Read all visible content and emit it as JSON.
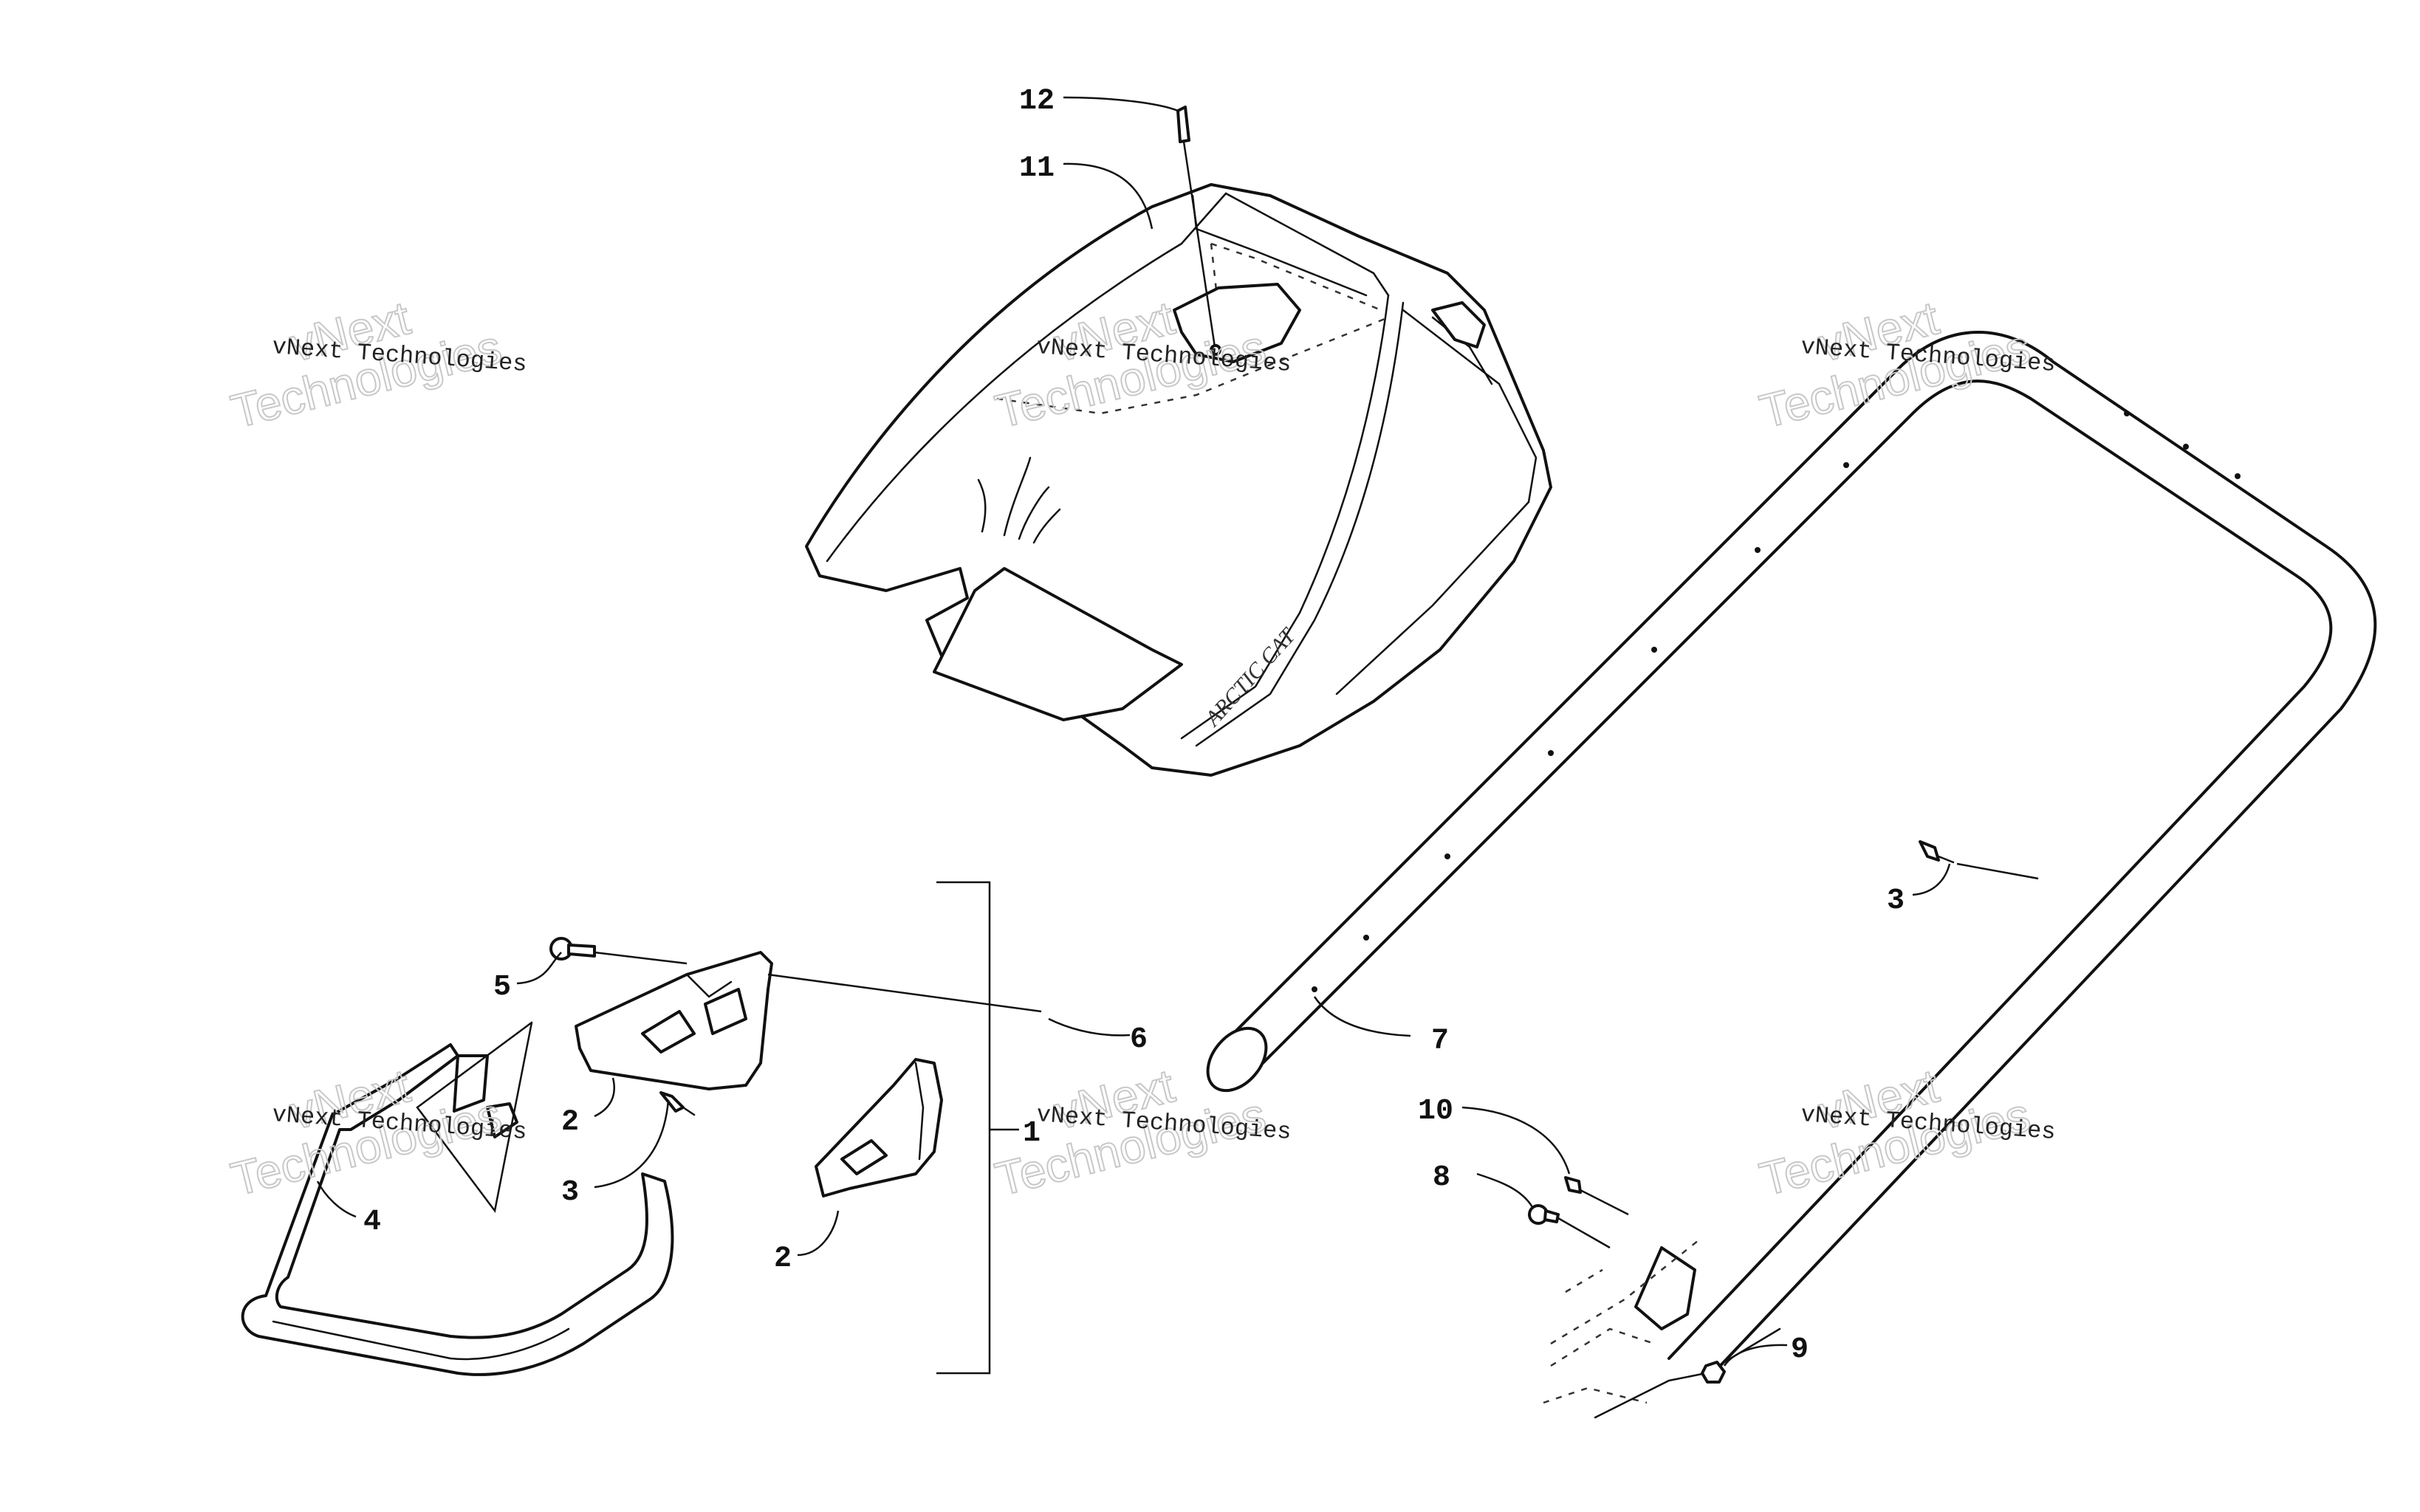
{
  "callouts": {
    "c1": "1",
    "c2a": "2",
    "c2b": "2",
    "c3a": "3",
    "c3b": "3",
    "c4": "4",
    "c5": "5",
    "c6": "6",
    "c7": "7",
    "c8": "8",
    "c9": "9",
    "c10": "10",
    "c11": "11",
    "c12": "12"
  },
  "brand_text": "ARCTIC CAT",
  "watermark": {
    "line": "vNext Technologies",
    "word1": "vNext",
    "word2": "Technologies"
  }
}
